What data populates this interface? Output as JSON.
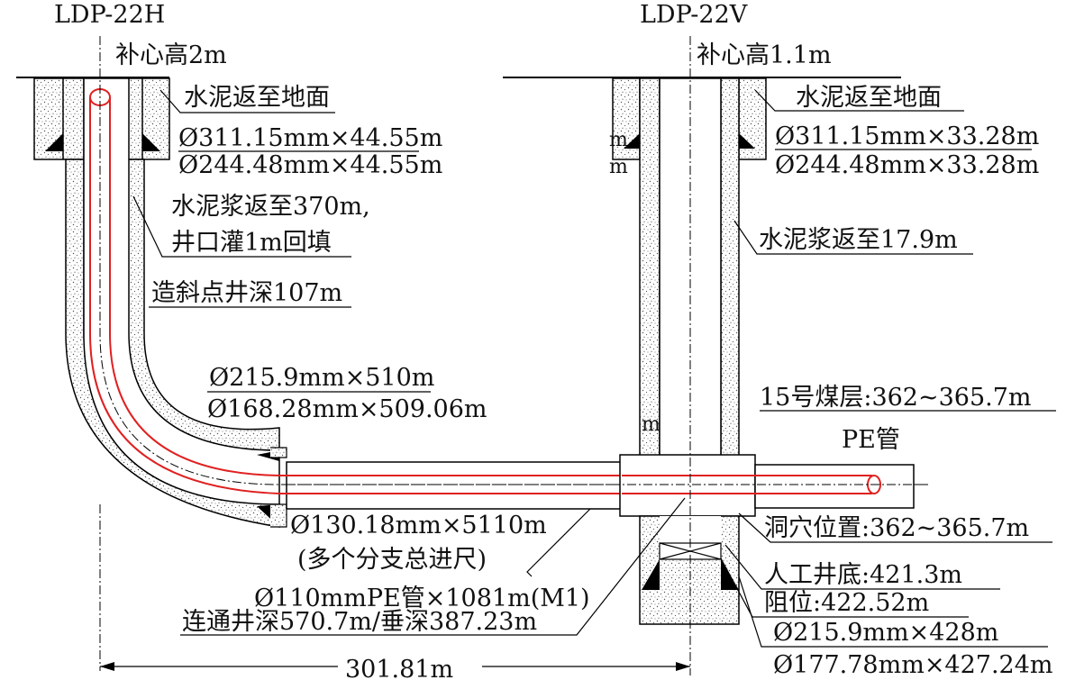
{
  "wells": {
    "horizontal": {
      "name": "LDP-22H",
      "kb": "补心高2m"
    },
    "vertical": {
      "name": "LDP-22V",
      "kb": "补心高1.1m"
    }
  },
  "labels": {
    "h_cement_surface": "水泥返至地面",
    "h_casing1": "Ø311.15mm×44.55m",
    "h_casing2": "Ø244.48mm×44.55m",
    "h_slurry_1": "水泥浆返至370m,",
    "h_slurry_2": "井口灌1m回填",
    "kickoff": "造斜点井深107m",
    "h_casing3": "Ø215.9mm×510m",
    "h_casing4": "Ø168.28mm×509.06m",
    "branch_1": "Ø130.18mm×5110m",
    "branch_2": "(多个分支总进尺)",
    "pe_pipe_len": "Ø110mmPE管×1081m(M1)",
    "connect_depth": "连通井深570.7m/垂深387.23m",
    "v_cement_surface": "水泥返至地面",
    "v_casing1": "Ø311.15mm×33.28m",
    "v_casing2": "Ø244.48mm×33.28m",
    "v_slurry": "水泥浆返至17.9m",
    "coal_seam": "15号煤层:362~365.7m",
    "pe_pipe": "PE管",
    "cavity": "洞穴位置:362~365.7m",
    "artificial_bottom": "人工井底:421.3m",
    "block": "阻位:422.52m",
    "v_casing3": "Ø215.9mm×428m",
    "v_casing4": "Ø177.78mm×427.24m",
    "distance": "301.81m",
    "frag_m1": "m",
    "frag_m2": "m",
    "frag_m3": "m"
  }
}
